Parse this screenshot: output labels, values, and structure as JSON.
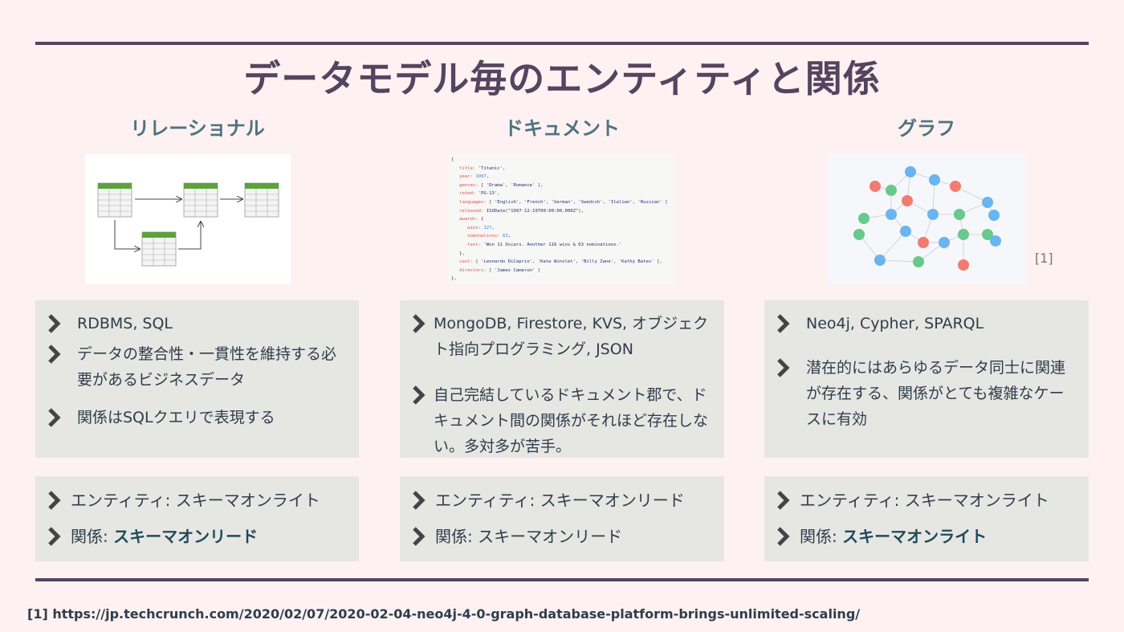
{
  "title": "データモデル毎のエンティティと関係",
  "columns": [
    {
      "heading": "リレーショナル",
      "features": [
        "RDBMS, SQL",
        "データの整合性・一貫性を維持する必要があるビジネスデータ",
        "関係はSQLクエリで表現する"
      ],
      "entity": "エンティティ: スキーマオンライト",
      "relation_prefix": "関係: ",
      "relation_value": "スキーマオンリード"
    },
    {
      "heading": "ドキュメント",
      "features": [
        "MongoDB, Firestore, KVS, オブジェクト指向プログラミング, JSON",
        "自己完結しているドキュメント郡で、ドキュメント間の関係がそれほど存在しない。多対多が苦手。"
      ],
      "entity": "エンティティ: スキーマオンリード",
      "relation_prefix": "関係: ",
      "relation_value": "スキーマオンリード"
    },
    {
      "heading": "グラフ",
      "features": [
        "Neo4j, Cypher, SPARQL",
        "潜在的にはあらゆるデータ同士に関連が存在する、関係がとても複雑なケースに有効"
      ],
      "entity": "エンティティ: スキーマオンライト",
      "relation_prefix": "関係: ",
      "relation_value": "スキーマオンライト"
    }
  ],
  "citation_marker": "[1]",
  "footnote": "[1] https://jp.techcrunch.com/2020/02/07/2020-02-04-neo4j-4-0-graph-database-platform-brings-unlimited-scaling/",
  "json_sample": {
    "title": "'Titanic'",
    "year": "1997",
    "genres": "[ 'Drama', 'Romance' ]",
    "rated": "'PG-13'",
    "languages": "[ 'English', 'French', 'German', 'Swedish', 'Italian', 'Russian' ]",
    "released": "ISODate(\"1997-12-19T00:00:00.000Z\")",
    "wins": "127",
    "nominations": "63",
    "text": "'Won 11 Oscars. Another 116 wins & 63 nominations.'",
    "cast": "[ 'Leonardo DiCaprio', 'Kate Winslet', 'Billy Zane', 'Kathy Bates' ]",
    "directors": "[ 'James Cameron' ]"
  },
  "colors": {
    "rule": "#55445f",
    "heading": "#4e7282",
    "box": "#e6e6e3",
    "background": "#fdf2f1",
    "table_header": "#5ba33a",
    "node_blue": "#6ab4f0",
    "node_red": "#f27b70",
    "node_green": "#67c98c"
  }
}
